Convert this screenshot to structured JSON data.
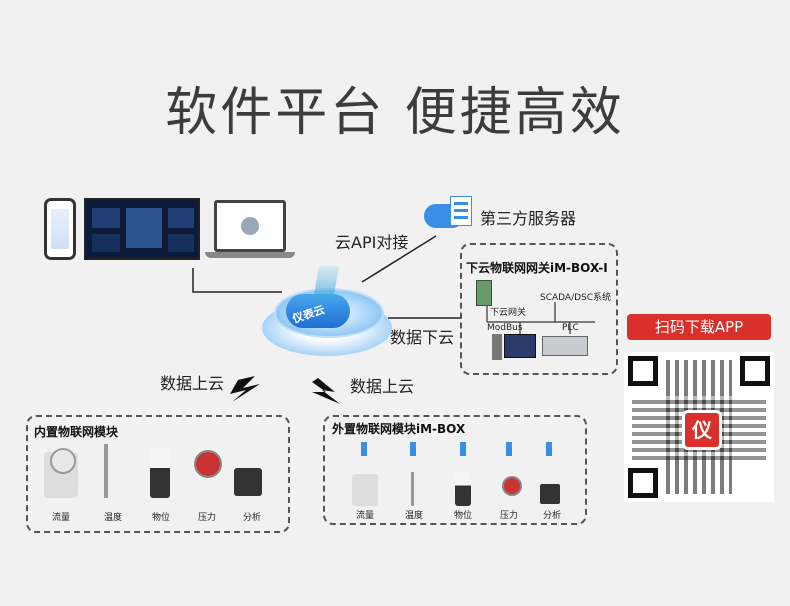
{
  "title": "软件平台 便捷高效",
  "labels": {
    "third_party": "第三方服务器",
    "cloud_api": "云API对接",
    "data_down": "数据下云",
    "data_up_left": "数据上云",
    "data_up_right": "数据上云",
    "cloud_logo": "仪表云"
  },
  "gateway": {
    "title": "下云物联网网关iM-BOX-I",
    "gw_label": "下云网关",
    "scada": "SCADA/DSC系统",
    "modbus": "ModBus",
    "plc": "PLC"
  },
  "internal_module": {
    "title": "内置物联网模块",
    "devices": [
      "流量",
      "温度",
      "物位",
      "压力",
      "分析"
    ]
  },
  "external_module": {
    "title": "外置物联网模块iM-BOX",
    "devices": [
      "流量",
      "温度",
      "物位",
      "压力",
      "分析"
    ]
  },
  "qr": {
    "button": "扫码下载APP",
    "logo_char": "仪"
  },
  "colors": {
    "accent_red": "#d9302b",
    "cloud_blue": "#2f8fe6"
  }
}
